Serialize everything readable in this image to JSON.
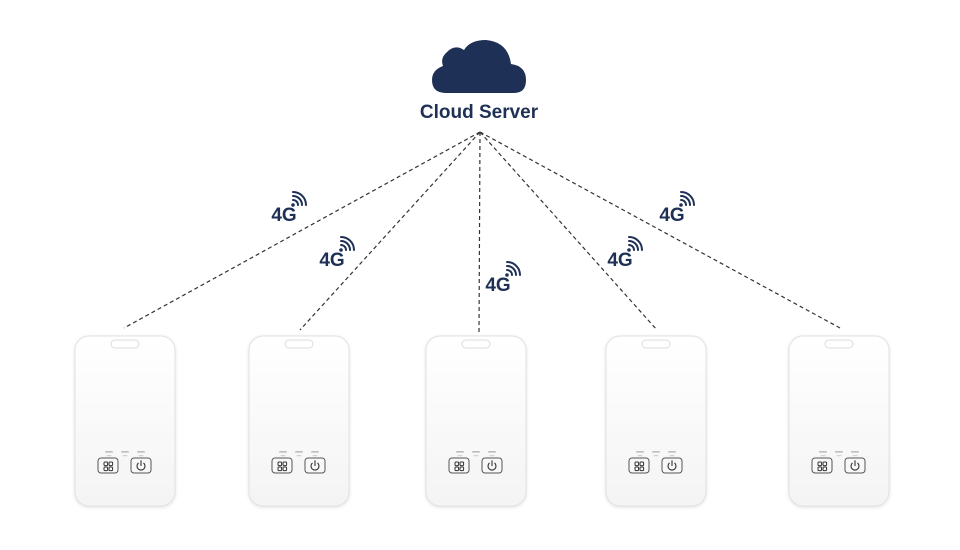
{
  "server": {
    "label": "Cloud Server",
    "icon": "cloud-icon",
    "color": "#1f3056"
  },
  "link_label": "4G",
  "link_icon": "signal-icon",
  "device_icons": [
    "apps-grid-icon",
    "power-icon"
  ],
  "devices": [
    {
      "id": "device-1",
      "link_label": "4G"
    },
    {
      "id": "device-2",
      "link_label": "4G"
    },
    {
      "id": "device-3",
      "link_label": "4G"
    },
    {
      "id": "device-4",
      "link_label": "4G"
    },
    {
      "id": "device-5",
      "link_label": "4G"
    }
  ]
}
